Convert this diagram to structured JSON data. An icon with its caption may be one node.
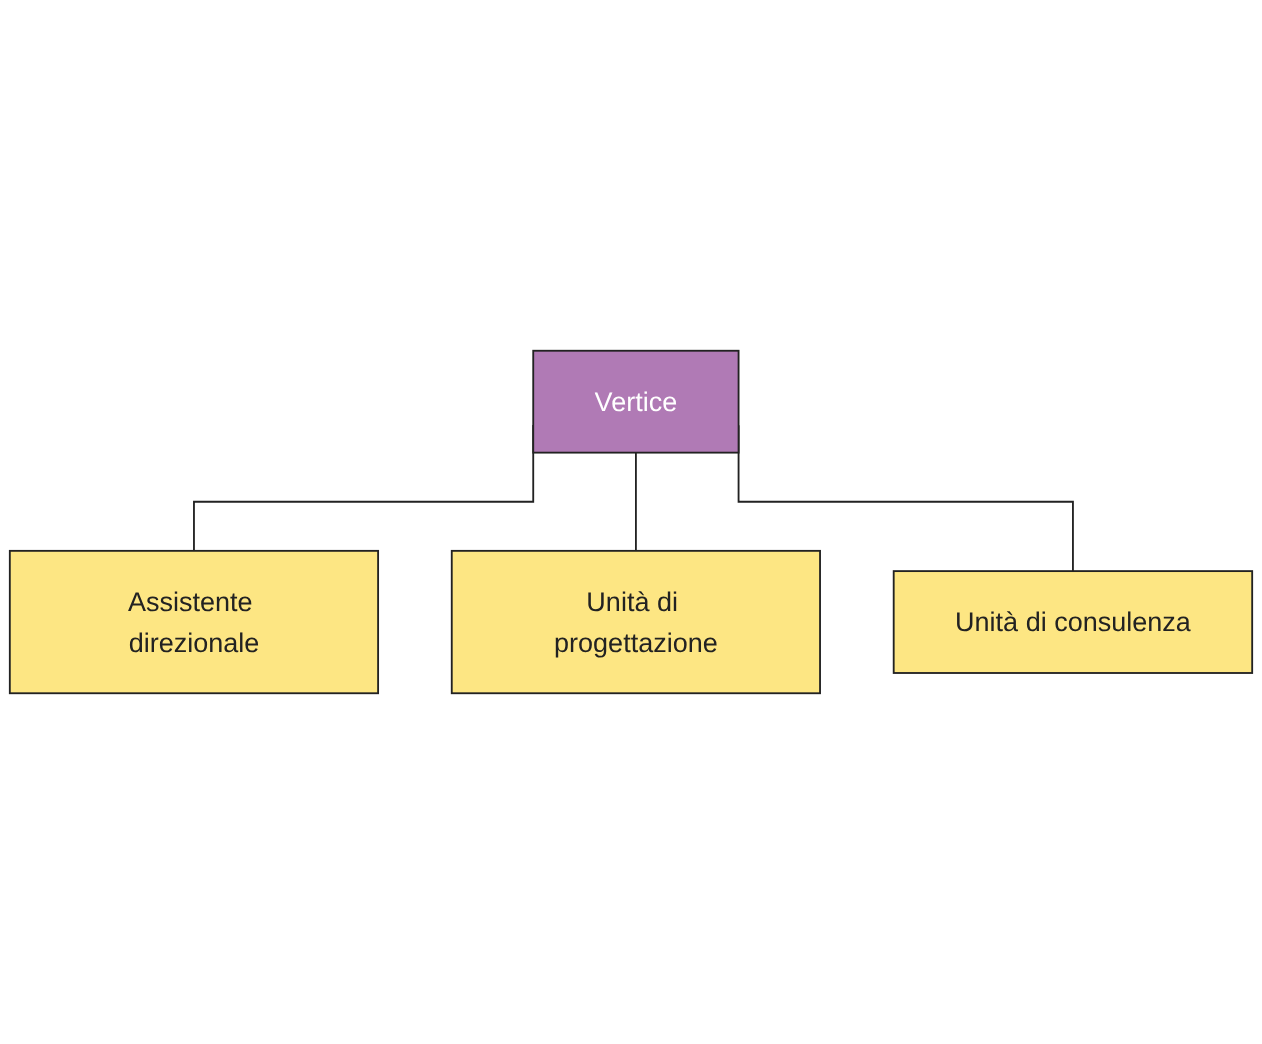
{
  "diagram": {
    "nodes": [
      {
        "text": [
          "Vertice"
        ]
      },
      {
        "text": [
          "Assistente direzionale"
        ]
      },
      {
        "text": [
          "Unità di progettazione"
        ]
      },
      {
        "text": [
          "Unità di consulenza"
        ]
      }
    ],
    "edges": [
      {
        "from": 0,
        "to": 1,
        "arrow": "none"
      },
      {
        "from": 0,
        "to": 2,
        "arrow": "none"
      },
      {
        "from": 0,
        "to": 3,
        "arrow": "none"
      }
    ]
  }
}
